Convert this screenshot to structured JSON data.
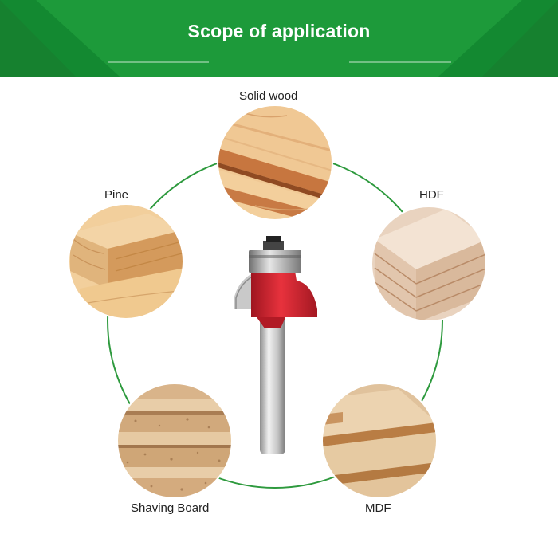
{
  "header": {
    "title": "Scope of application",
    "color": "#1f9a3c",
    "dark_color": "#127a2b"
  },
  "materials": [
    {
      "name": "Solid wood",
      "icon": "solid-wood-photo"
    },
    {
      "name": "HDF",
      "icon": "hdf-photo"
    },
    {
      "name": "MDF",
      "icon": "mdf-photo"
    },
    {
      "name": "Shaving Board",
      "icon": "shaving-board-photo"
    },
    {
      "name": "Pine",
      "icon": "pine-photo"
    }
  ],
  "product": {
    "icon": "router-bit-photo",
    "accent_color": "#d61f2e"
  },
  "ring_color": "#2e9a3e"
}
